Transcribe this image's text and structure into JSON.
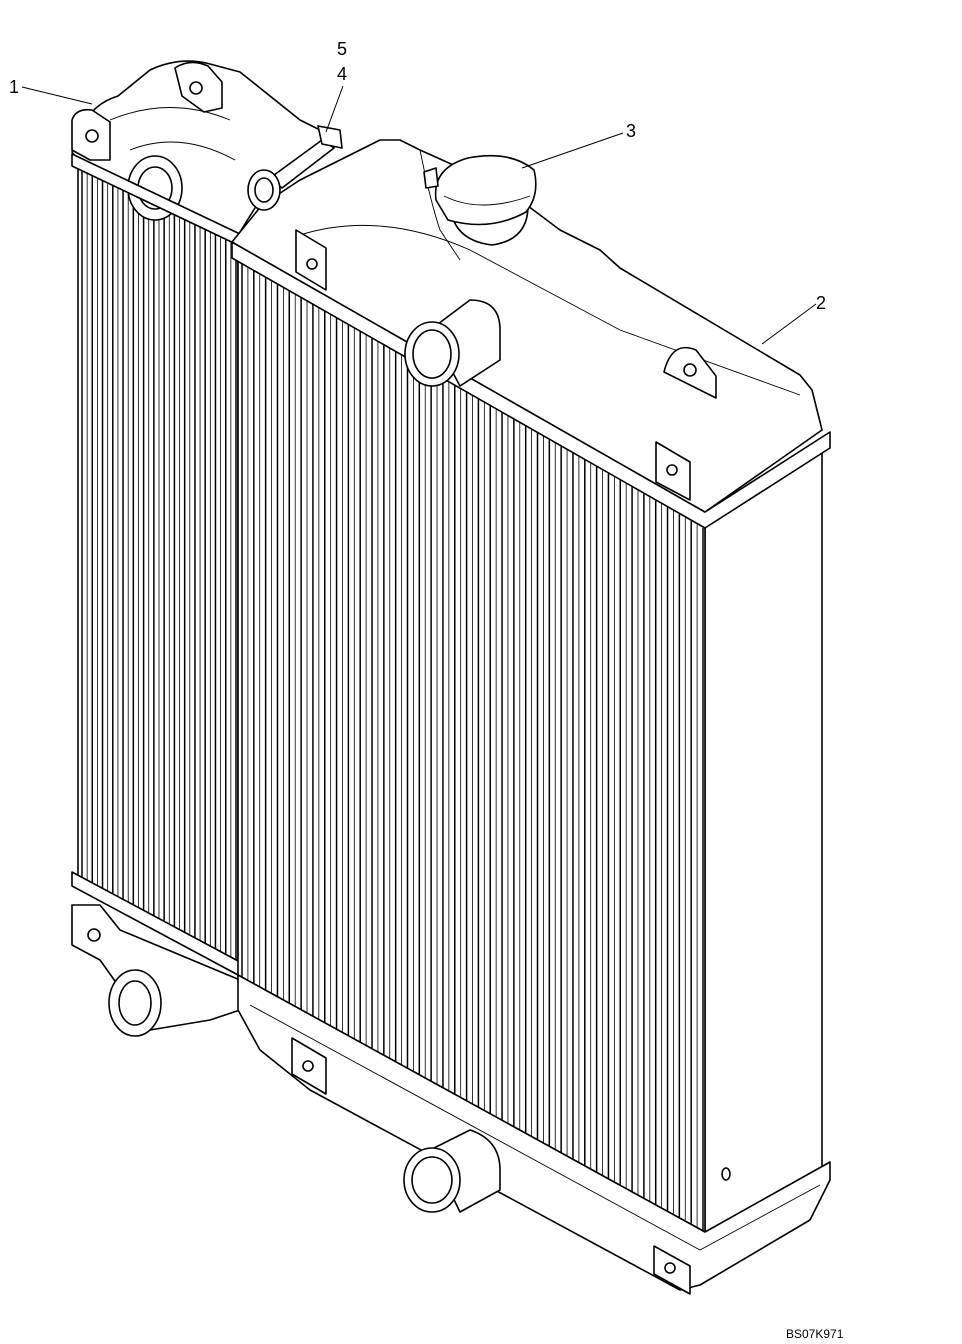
{
  "callouts": [
    {
      "id": "1",
      "label": "1"
    },
    {
      "id": "2",
      "label": "2"
    },
    {
      "id": "3",
      "label": "3"
    },
    {
      "id": "4",
      "label": "4"
    },
    {
      "id": "5",
      "label": "5"
    }
  ],
  "reference_code": "BS07K971"
}
